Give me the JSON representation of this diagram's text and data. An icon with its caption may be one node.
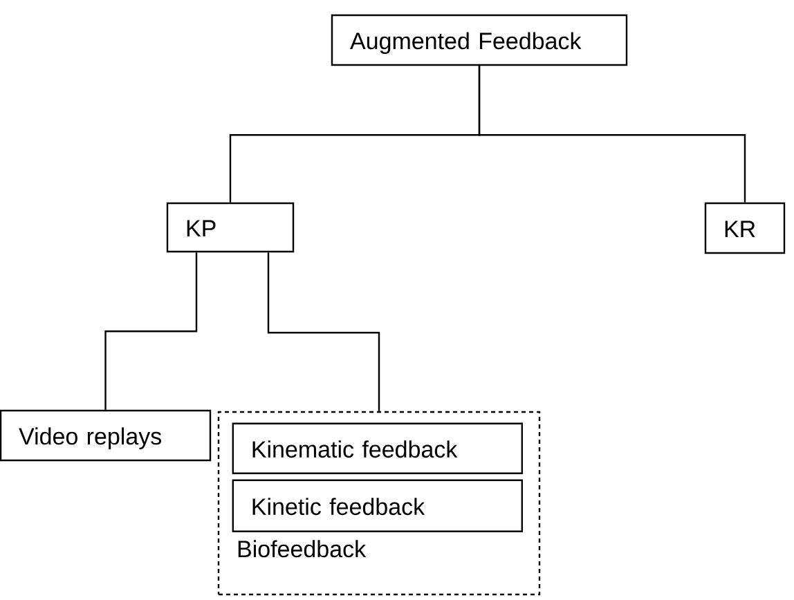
{
  "diagram": {
    "nodes": [
      {
        "text": [
          "Augmented Feedback"
        ]
      },
      {
        "text": [
          "KP"
        ]
      },
      {
        "text": [
          "KR"
        ]
      },
      {
        "text": [
          "Video replays"
        ]
      },
      {
        "text": [
          "Biofeedback"
        ]
      },
      {
        "text": [
          "Kinematic feedback"
        ],
        "in": 4
      },
      {
        "text": [
          "Kinetic feedback"
        ],
        "in": 4
      }
    ],
    "edges": [
      {
        "from": 0,
        "to": 1,
        "arrow": "none"
      },
      {
        "from": 0,
        "to": 2,
        "arrow": "none"
      },
      {
        "from": 1,
        "to": 3,
        "arrow": "none"
      },
      {
        "from": 1,
        "to": 4,
        "arrow": "none"
      }
    ]
  }
}
